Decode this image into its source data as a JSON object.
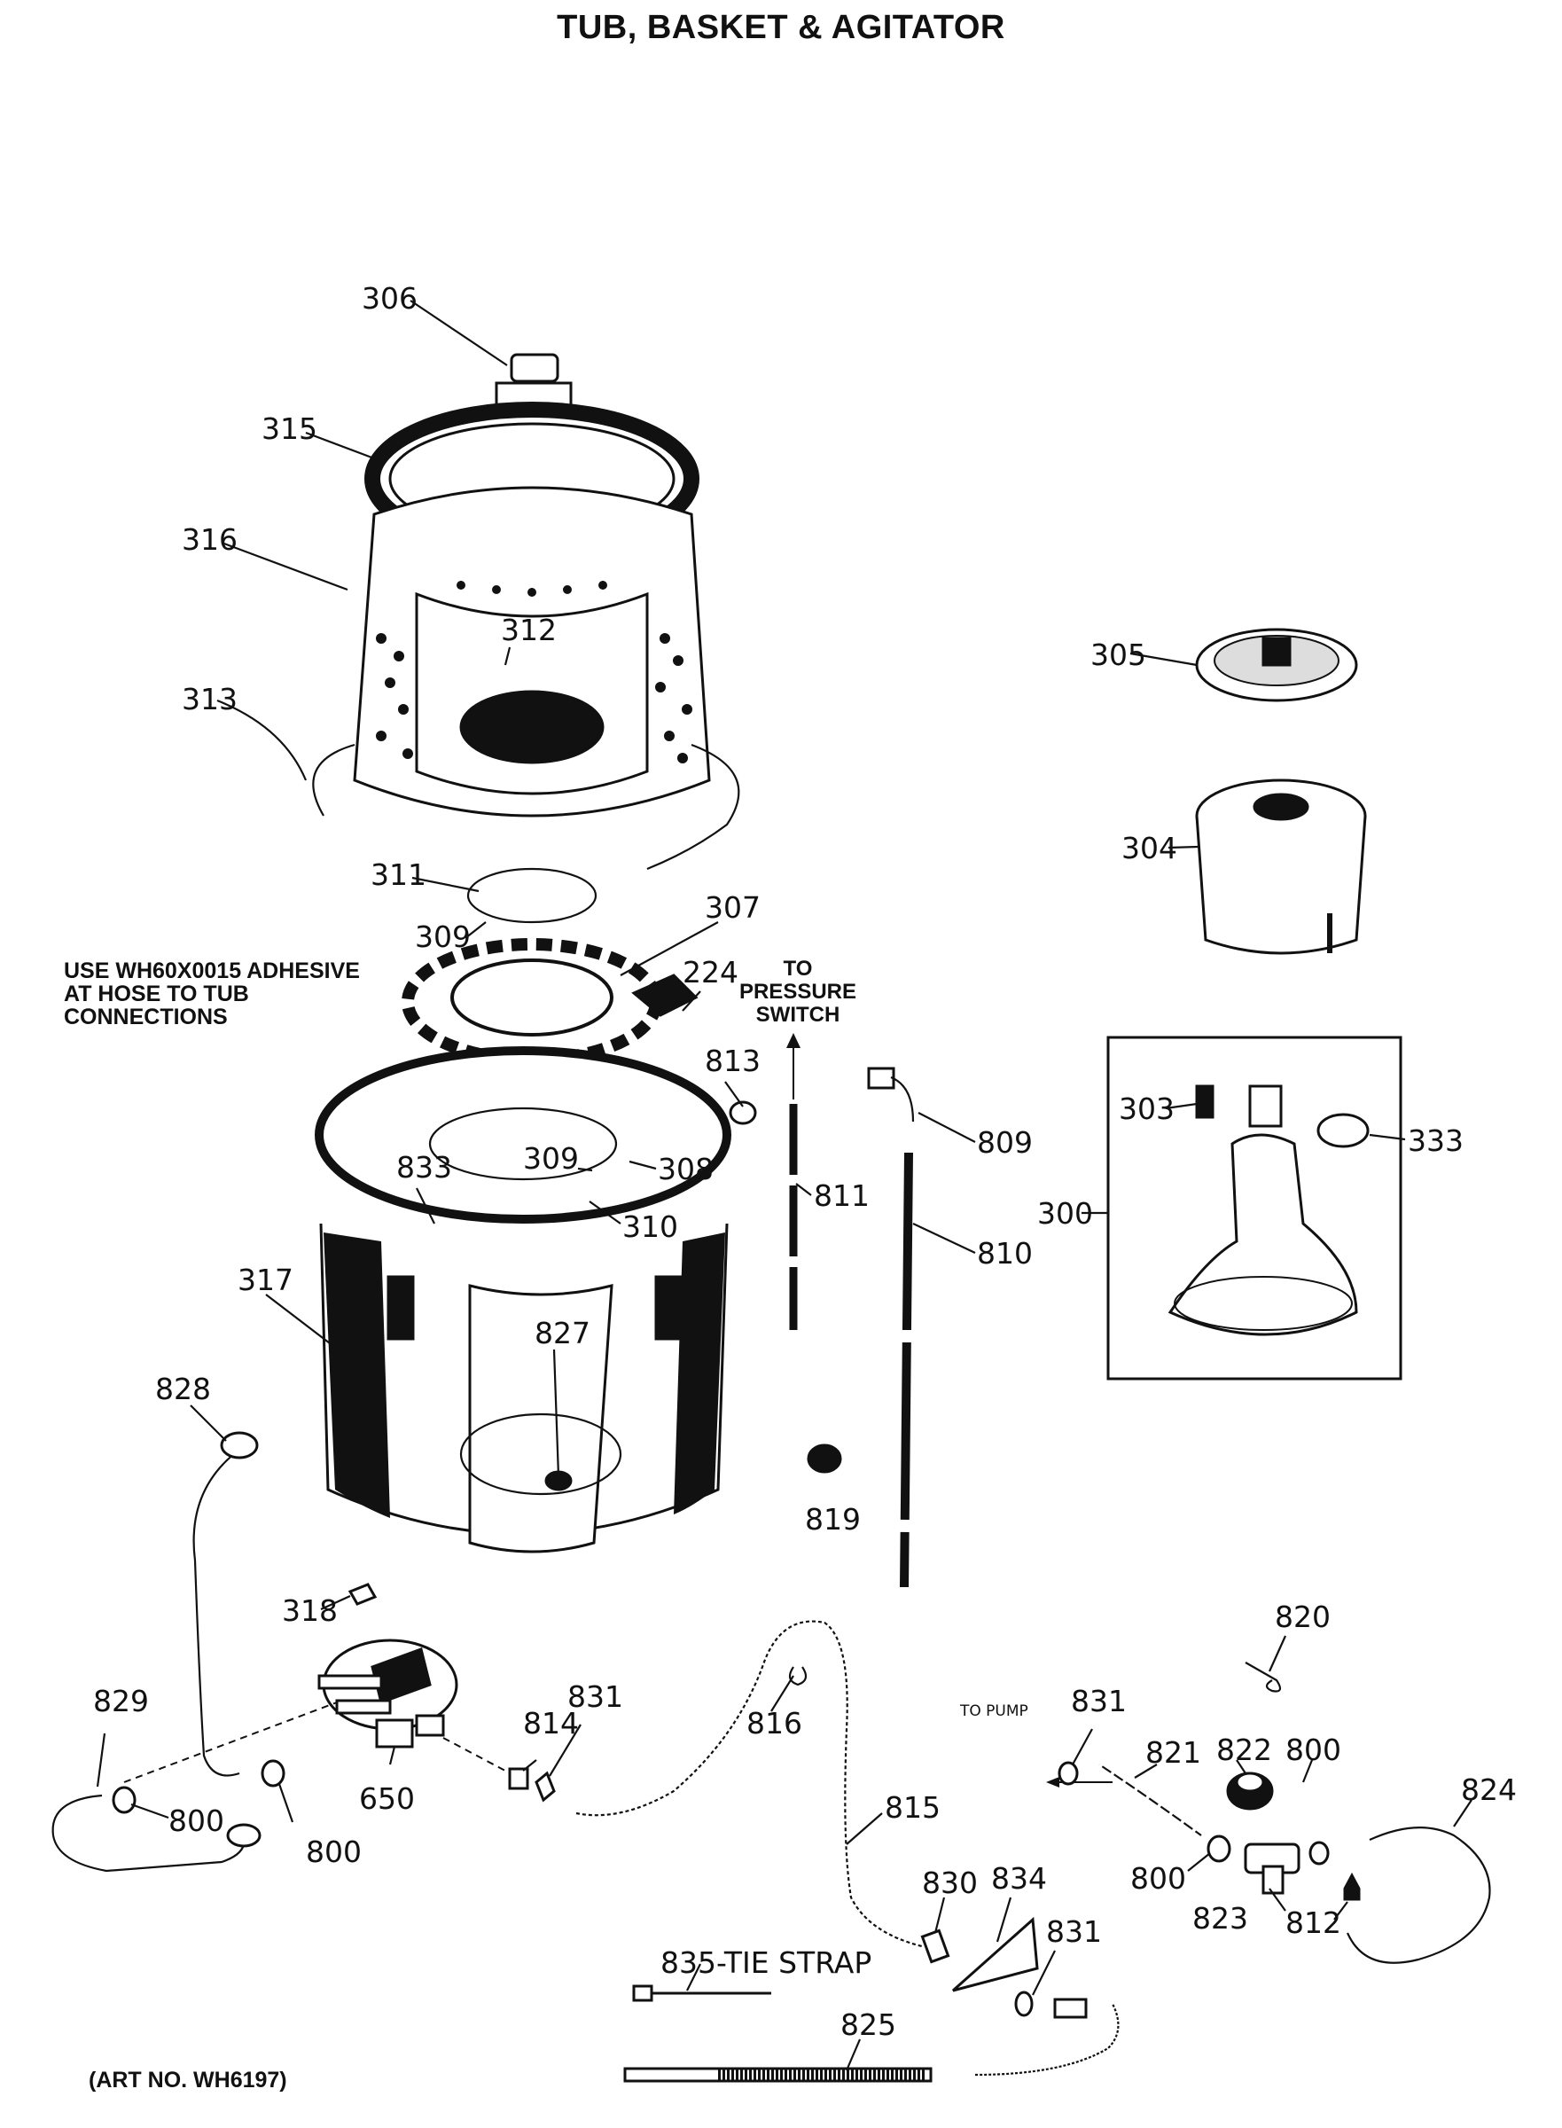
{
  "title": "TUB, BASKET & AGITATOR",
  "note_lines": [
    "USE WH60X0015 ADHESIVE",
    "AT HOSE TO TUB",
    "CONNECTIONS"
  ],
  "art_no": "(ART NO. WH6197)",
  "pressure_switch_lines": [
    "TO",
    "PRESSURE",
    "SWITCH"
  ],
  "to_pump": "TO PUMP",
  "tie_strap": "835-TIE STRAP",
  "parts": {
    "p306": "306",
    "p315": "315",
    "p316": "316",
    "p312": "312",
    "p313": "313",
    "p311": "311",
    "p309a": "309",
    "p307": "307",
    "p224": "224",
    "p813": "813",
    "p809": "809",
    "p811": "811",
    "p810": "810",
    "p833": "833",
    "p309b": "309",
    "p308": "308",
    "p310": "310",
    "p317": "317",
    "p827": "827",
    "p828": "828",
    "p819": "819",
    "p318": "318",
    "p829": "829",
    "p800a": "800",
    "p800b": "800",
    "p650": "650",
    "p814": "814",
    "p831a": "831",
    "p816": "816",
    "p815": "815",
    "p830": "830",
    "p834": "834",
    "p831b": "831",
    "p825": "825",
    "p305": "305",
    "p304": "304",
    "p303": "303",
    "p333": "333",
    "p300": "300",
    "p820": "820",
    "p831c": "831",
    "p821": "821",
    "p822": "822",
    "p800c": "800",
    "p824": "824",
    "p800d": "800",
    "p823": "823",
    "p812": "812"
  }
}
